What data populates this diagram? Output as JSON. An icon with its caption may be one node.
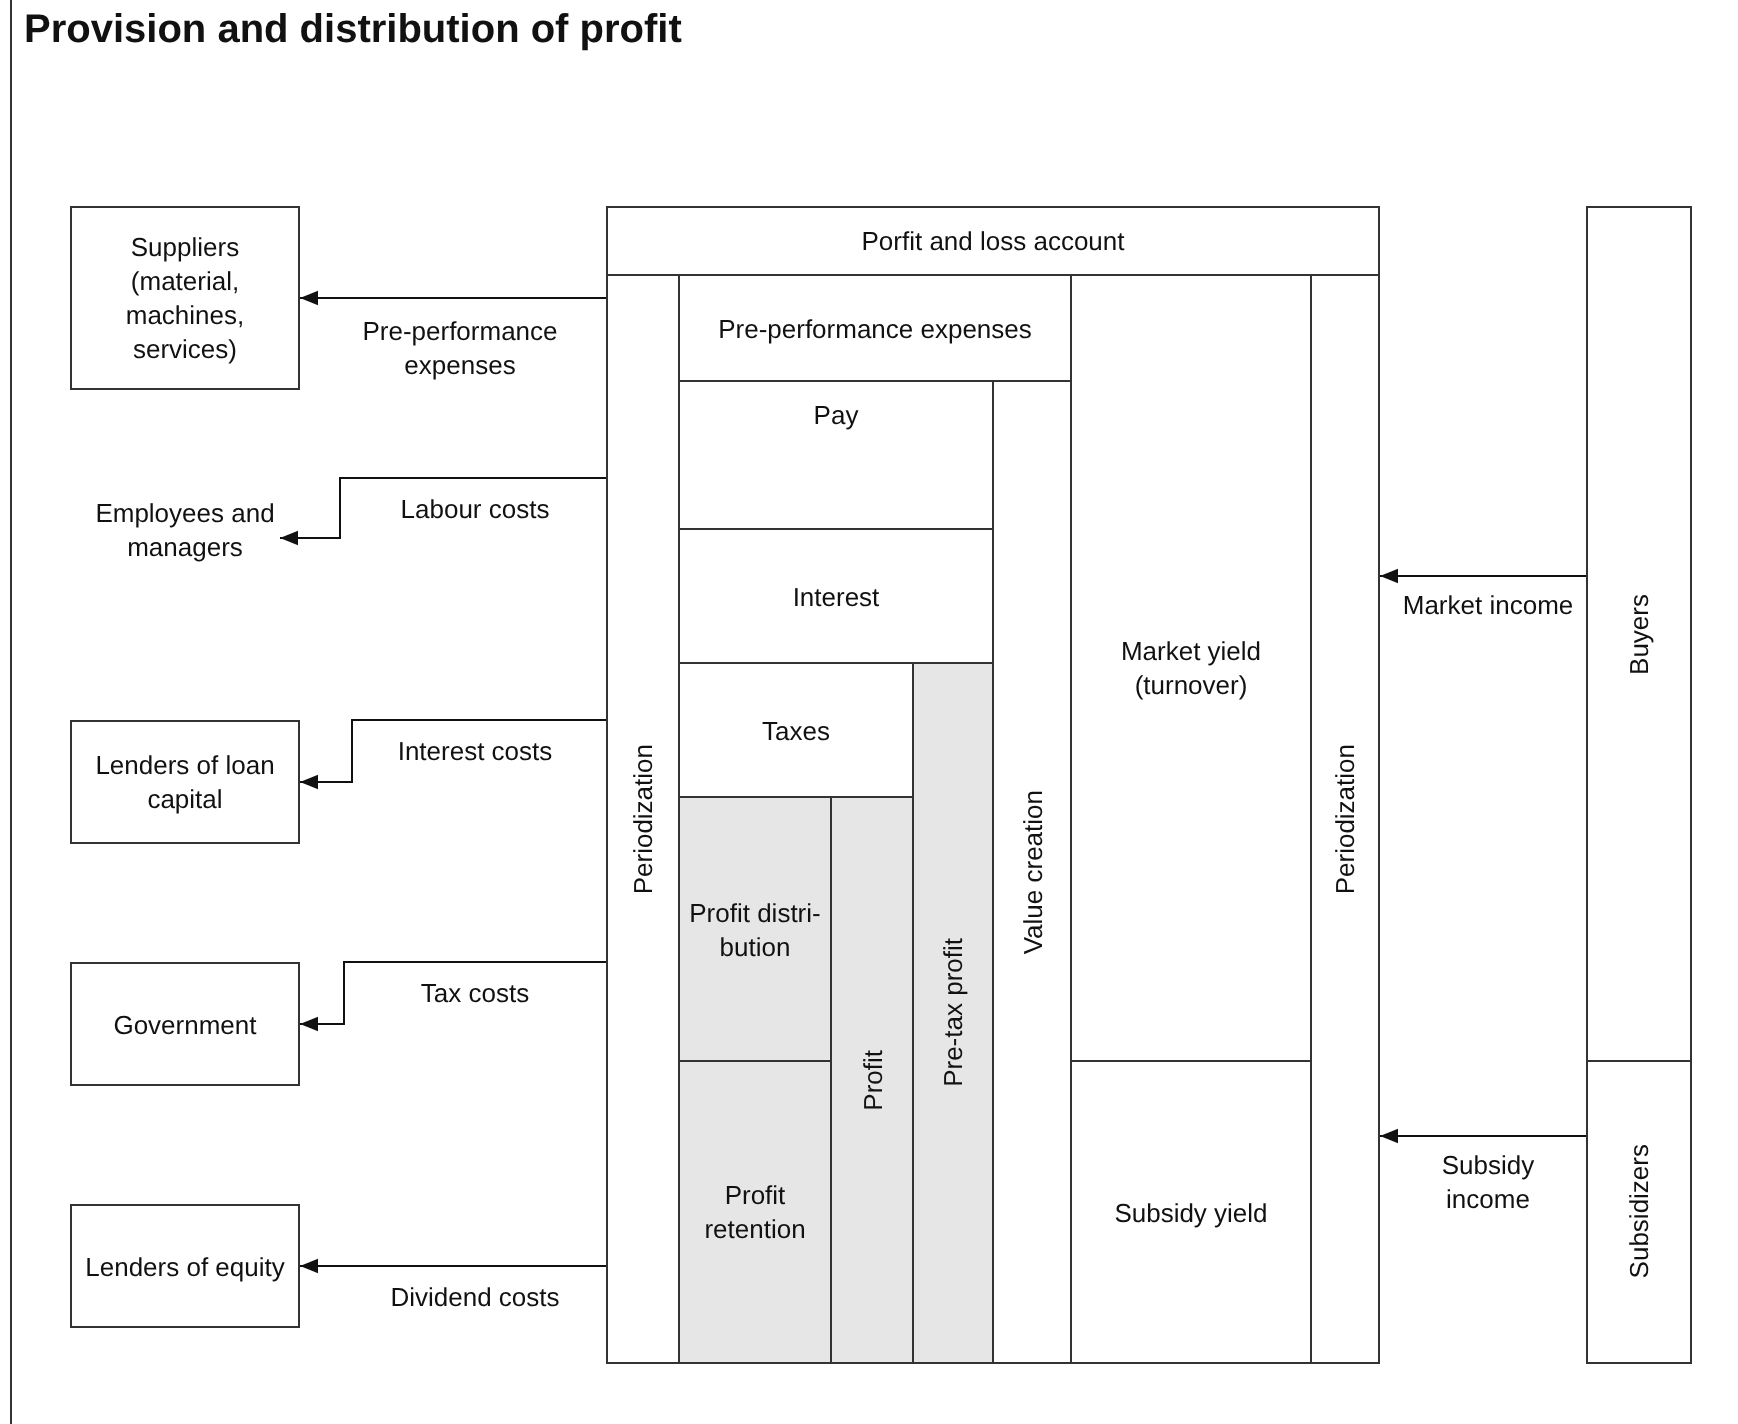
{
  "diagram": {
    "title": "Provision and distribution of profit",
    "nodes": [
      {
        "text": [
          "Suppliers (material, machines, services)"
        ]
      },
      {
        "text": [
          "Employees and managers"
        ]
      },
      {
        "text": [
          "Lenders of loan capital"
        ]
      },
      {
        "text": [
          "Government"
        ]
      },
      {
        "text": [
          "Lenders of equity"
        ]
      },
      {
        "text": [
          "Porfit and loss account"
        ]
      },
      {
        "text": [
          "Periodization"
        ],
        "in": 5
      },
      {
        "text": [
          "Pre-performance expenses"
        ],
        "in": 5
      },
      {
        "text": [
          "Pay"
        ],
        "in": 5
      },
      {
        "text": [
          "Interest"
        ],
        "in": 5
      },
      {
        "text": [
          "Taxes"
        ],
        "in": 5
      },
      {
        "text": [
          "Profit distri- bution"
        ],
        "in": 5
      },
      {
        "text": [
          "Profit retention"
        ],
        "in": 5
      },
      {
        "text": [
          "Profit"
        ],
        "in": 5
      },
      {
        "text": [
          "Pre-tax profit"
        ],
        "in": 5
      },
      {
        "text": [
          "Value creation"
        ],
        "in": 5
      },
      {
        "text": [
          "Market yield (turnover)"
        ],
        "in": 5
      },
      {
        "text": [
          "Subsidy yield"
        ],
        "in": 5
      },
      {
        "text": [
          "Periodization"
        ],
        "in": 5
      },
      {
        "text": [
          "Buyers"
        ]
      },
      {
        "text": [
          "Subsidizers"
        ]
      }
    ],
    "edges": [
      {
        "from": 6,
        "to": 0,
        "arrow": "to",
        "label": "Pre-performance expenses"
      },
      {
        "from": 6,
        "to": 1,
        "arrow": "to",
        "label": "Labour costs"
      },
      {
        "from": 6,
        "to": 2,
        "arrow": "to",
        "label": "Interest costs"
      },
      {
        "from": 6,
        "to": 3,
        "arrow": "to",
        "label": "Tax costs"
      },
      {
        "from": 6,
        "to": 4,
        "arrow": "to",
        "label": "Dividend costs"
      },
      {
        "from": 19,
        "to": 18,
        "arrow": "to",
        "label": "Market income"
      },
      {
        "from": 20,
        "to": 18,
        "arrow": "to",
        "label": "Subsidy income"
      }
    ]
  }
}
